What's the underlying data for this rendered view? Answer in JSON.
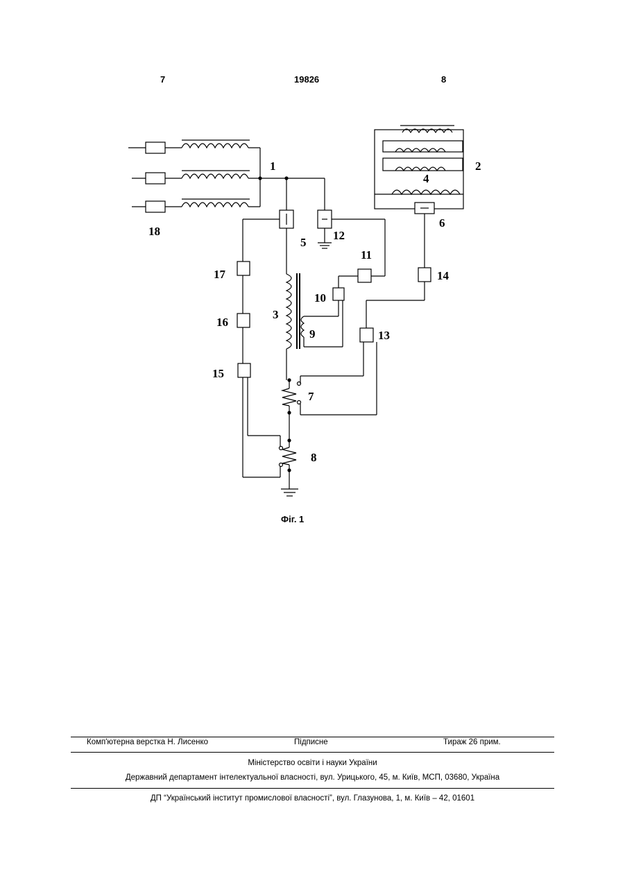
{
  "header": {
    "left_page": "7",
    "patent_number": "19826",
    "right_page": "8"
  },
  "figure": {
    "labels": [
      "1",
      "2",
      "3",
      "4",
      "5",
      "6",
      "7",
      "8",
      "9",
      "10",
      "11",
      "12",
      "13",
      "14",
      "15",
      "16",
      "17",
      "18"
    ],
    "caption": "Фіг. 1"
  },
  "footer": {
    "layout": "Комп'ютерна верстка Н. Лисенко",
    "signed": "Підписне",
    "circulation": "Тираж 26 прим.",
    "ministry": "Міністерство освіти і науки України",
    "department": "Державний департамент інтелектуальної власності, вул. Урицького, 45, м. Київ, МСП, 03680, Україна",
    "institute": "ДП “Український інститут промислової власності”, вул. Глазунова, 1, м. Київ – 42, 01601"
  }
}
